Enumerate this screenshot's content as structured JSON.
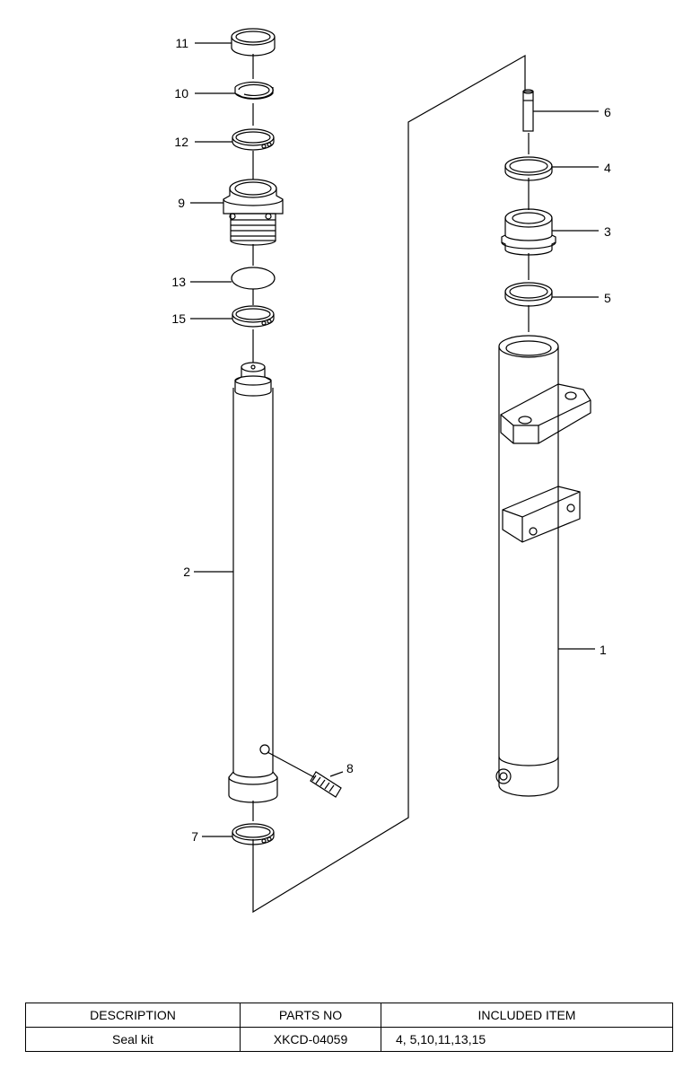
{
  "callouts": {
    "p1": "1",
    "p2": "2",
    "p3": "3",
    "p4": "4",
    "p5": "5",
    "p6": "6",
    "p7": "7",
    "p8": "8",
    "p9": "9",
    "p10": "10",
    "p11": "11",
    "p12": "12",
    "p13": "13",
    "p15": "15"
  },
  "table": {
    "headers": [
      "DESCRIPTION",
      "PARTS NO",
      "INCLUDED ITEM"
    ],
    "rows": [
      [
        "Seal kit",
        "XKCD-04059",
        "4, 5,10,11,13,15"
      ]
    ]
  }
}
